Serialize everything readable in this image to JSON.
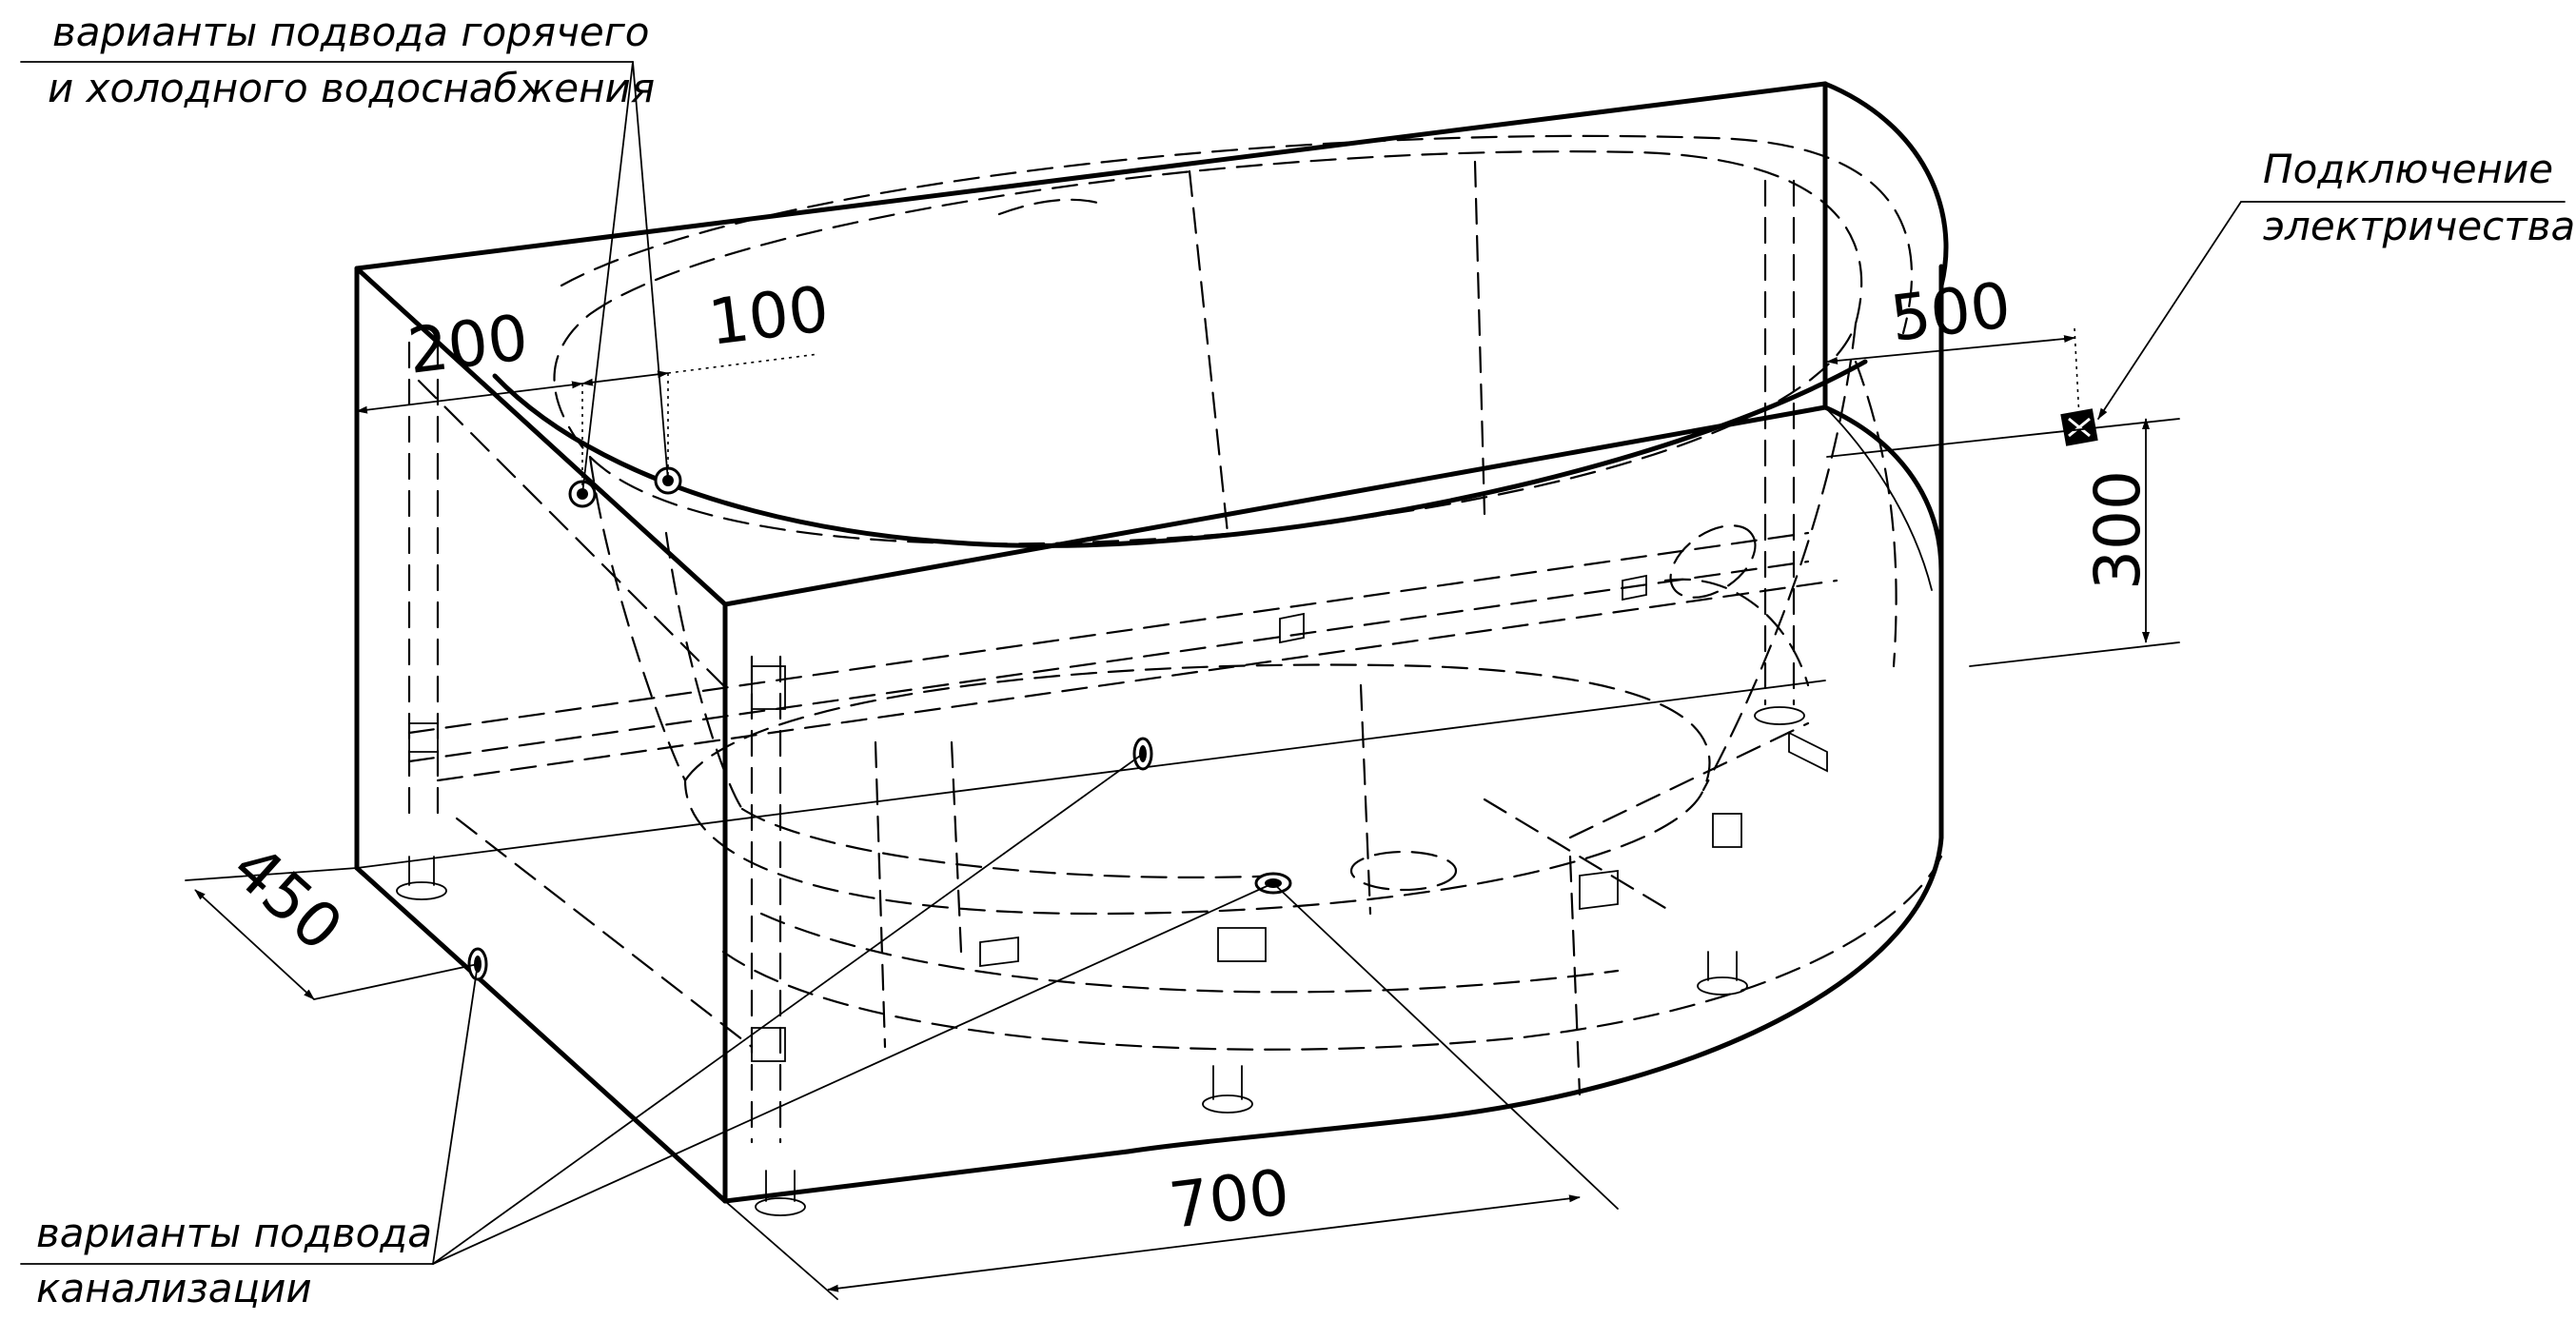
{
  "labels": {
    "hot_cold_supply_line1": "варианты подвода горячего",
    "hot_cold_supply_line2": "и холодного водоснабжения",
    "electricity_line1": "Подключение",
    "electricity_line2": "электричества",
    "drain_line1": "варианты подвода",
    "drain_line2": "канализации"
  },
  "dimensions": {
    "d200": "200",
    "d100": "100",
    "d500": "500",
    "d300": "300",
    "d450": "450",
    "d700": "700"
  }
}
